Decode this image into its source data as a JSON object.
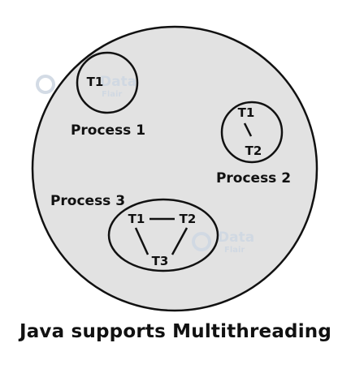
{
  "diagram": {
    "caption": "Java supports Multithreading",
    "watermark": {
      "brand_top": "Data",
      "brand_bottom": "Flair"
    },
    "processes": [
      {
        "label": "Process 1",
        "threads": [
          "T1"
        ]
      },
      {
        "label": "Process 2",
        "threads": [
          "T1",
          "T2"
        ]
      },
      {
        "label": "Process 3",
        "threads": [
          "T1",
          "T2",
          "T3"
        ]
      }
    ],
    "colors": {
      "background_circle": "#e2e2e2",
      "stroke": "#111111",
      "text": "#111111"
    }
  }
}
